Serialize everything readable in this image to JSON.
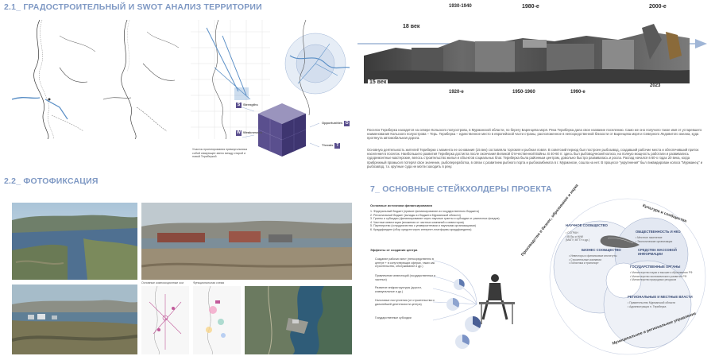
{
  "sections": {
    "urban_title": "2.1_ ГРАДОСТРОИТЕЛЬНЫЙ И SWOT АНАЛИЗ ТЕРРИТОРИИ",
    "photo_title": "2.2_ ФОТОФИКСАЦИЯ",
    "stake_title": "7_ ОСНОВНЫЕ СТЕЙКХОЛДЕРЫ ПРОЕКТА"
  },
  "swot": {
    "strengths": "Strengths",
    "weaknesses": "Weaknesses",
    "opportunities": "Opportunities",
    "threats": "Threats",
    "site_caption": "Участок проектирования прямоугольника собой связующее звено между старой и новой Териберкой"
  },
  "timeline": {
    "eras": [
      "15 век",
      "18 век",
      "1920-е",
      "1930-1940",
      "1950-1960",
      "1980-е",
      "1990-е",
      "2000-е",
      "2023"
    ]
  },
  "history_text": {
    "p1": "Поселок Териберка находится на севере Кольского полуострова, в Мурманской области, по берегу Баренцева моря. Река Териберка дала свое название поселению. Само же оно получило такое имя от устаревшего наименования Кольского полуострова – Терь. Териберка – единственное место в европейской части страны, расположенное в непосредственной близости от Баренцева моря и Северного Ледовитого океана, куда протянута автомобильная дорога.",
    "p2": "Основную деятельность жителей Териберки с момента ее основания (15 век) составляла торговля и рыбная ловля. В советский период был построен рыбозавод, создавший рабочие места и обеспечивший приток населения в поселок. Наибольшего развития Териберка достигла после окончания Великой Отечественной Войны. В 40-60 гг. здесь был рыбоводческий колхоз, на полную мощность работали и развивались судоремонтные мастерские, велось строительство жилья и объектов социальных благ. Териберка была районным центром, довольно быстро развивалась и росла. Распад начался в 60-х годах 20 века, когда прибрежный промысел потерял свое значение, рыбопереработка, в связи с развитием рыбного порта и рыбокомбината в г. Мурманске, сошла на нет. В процессе \"укрупнения\" был ликвидирован колхоз \"Мурманец\" и рыбозавод, т.к. крупные суда не могли заходить в реку."
  },
  "funding": {
    "title": "Основные источники финансирования",
    "items": [
      "1. Федеральный бюджет (прямое финансирование из государственного бюджета)",
      "2. Региональный бюджет (вклады из бюджета Мурманской области)",
      "3. Гранты и субсидии (финансирование через научные гранты и субсидии от различных фондов)",
      "4. Частные инвестиции (вложения от частных компаний и инвесторов)",
      "5. Партнерство (сотрудничество с университетами и научными организациями)",
      "6. Краудфандинг (сбор средств через интернет-платформы краудфандинга)"
    ],
    "effects_title": "Эффекты от создания центра",
    "effects": [
      "Создание рабочих мест (непосредственно в центре + в сопутствующих сферах, таких как строительство, обслуживание и др.)",
      "Привлечение инвестиций (государственных и частных)",
      "Развитие инфраструктуры (дороги, коммунальные и др.)",
      "Налоговые поступления (от строительства и дальнейшей деятельности центра)",
      "Государственные субсидии"
    ]
  },
  "stakeholders": {
    "culture_arc": "Культура и сообщества",
    "science_arc": "Производство и бизнес, образование и наука",
    "gov_arc": "Муниципальное и региональное управление",
    "scientific": "НАУЧНОЕ СООБЩЕСТВО",
    "scientific_items": "• СОГРАН\n• ВУЗы и НИИ\n(МАГУ, МГТУ и др.)",
    "business": "БИЗНЕС СООБЩЕСТВО",
    "business_items": "• Инвесторы и финансовые институты\n• Строительные компании\n• Логистика и транспорт",
    "public": "ОБЩЕСТВЕННОСТЬ И НКО",
    "public_items": "• Местное население\n• Экологические организации",
    "media": "СРЕДСТВА МАССОВОЙ ИНФОРМАЦИИ",
    "government": "ГОСУДАРСТВЕННЫЕ ОРГАНЫ",
    "government_items": "• Министерство науки и высшего образования РФ\n• Министерство экономического развития РФ\n• Министерство природных ресурсов",
    "local": "РЕГИОНАЛЬНЫЕ И МЕСТНЫЕ ВЛАСТИ",
    "local_items": "• Правительство Мурманской области\n• Администрация п. Териберка"
  },
  "photo_captions": {
    "left_map": "Основные композиционные оси",
    "right_map": "Функциональная схема"
  },
  "colors": {
    "accent": "#7f99c4",
    "ring_fill": "#e3e8f2",
    "ring_stroke": "#9aa9c8",
    "river": "#5a8fc6"
  }
}
